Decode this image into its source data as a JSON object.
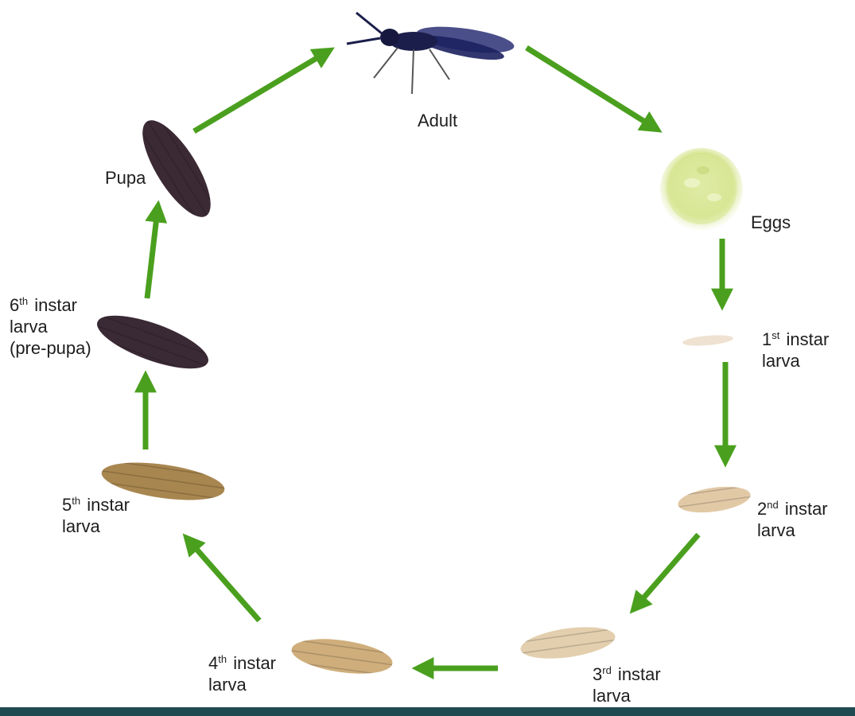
{
  "stages": {
    "adult": {
      "line1": "Adult"
    },
    "eggs": {
      "line1": "Eggs"
    },
    "instar1": {
      "num": "1",
      "sup": "st",
      "rest": " instar",
      "line2": "larva"
    },
    "instar2": {
      "num": "2",
      "sup": "nd",
      "rest": " instar",
      "line2": "larva"
    },
    "instar3": {
      "num": "3",
      "sup": "rd",
      "rest": " instar",
      "line2": "larva"
    },
    "instar4": {
      "num": "4",
      "sup": "th",
      "rest": " instar",
      "line2": "larva"
    },
    "instar5": {
      "num": "5",
      "sup": "th",
      "rest": " instar",
      "line2": "larva"
    },
    "instar6": {
      "num": "6",
      "sup": "th",
      "rest": " instar",
      "line2": "larva",
      "line3": "(pre-pupa)"
    },
    "pupa": {
      "line1": "Pupa"
    }
  },
  "colors": {
    "arrow": "#4aa01e",
    "footer": "#1f4a52",
    "adult": "#1b1e4a",
    "eggs": "#d8e79a",
    "larva_pale": "#efe2d2",
    "larva_light": "#e2c9a6",
    "larva_tan": "#cfae7c",
    "larva_brown": "#a8864f",
    "prepupa": "#3a2a35",
    "pupa": "#3b2a34"
  }
}
